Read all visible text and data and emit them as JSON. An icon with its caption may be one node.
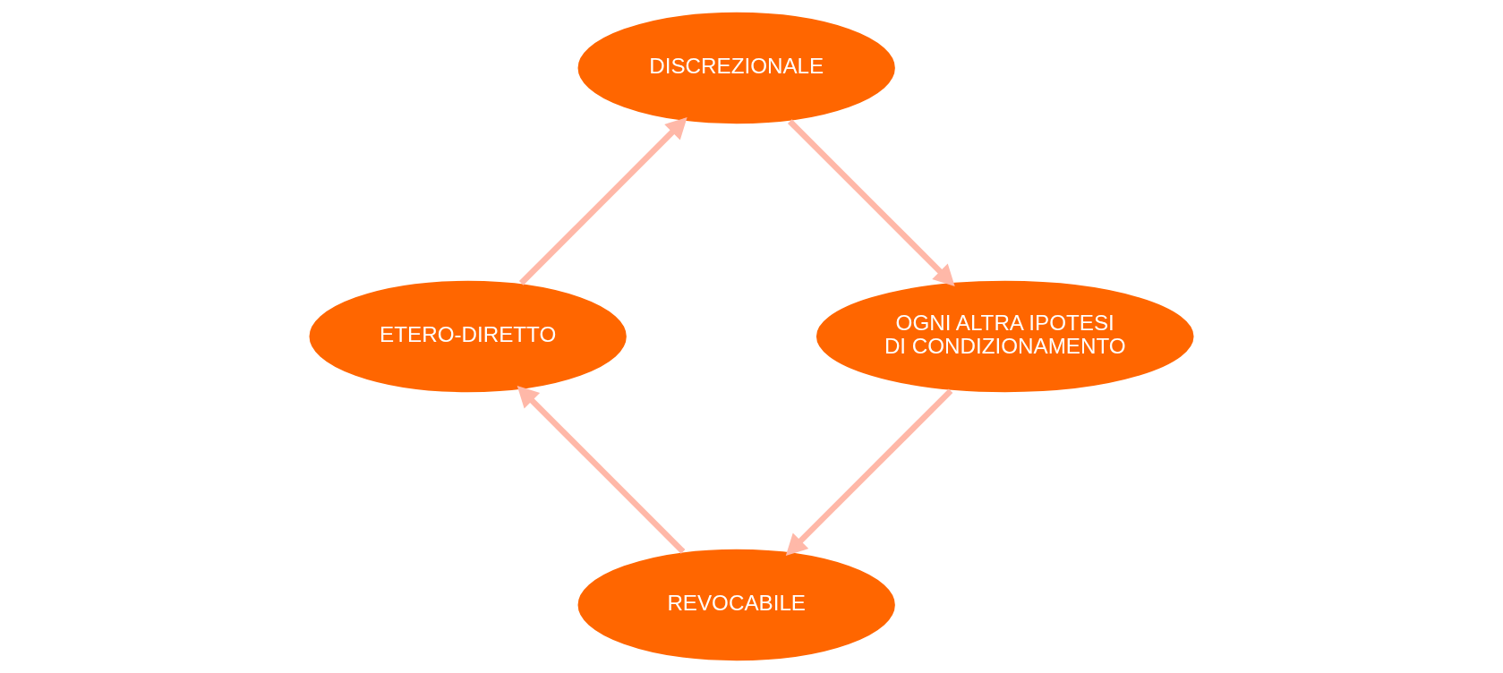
{
  "diagram": {
    "nodes": [
      {
        "text": [
          "REVOCABILE"
        ]
      },
      {
        "text": [
          "ETERO-DIRETTO"
        ]
      },
      {
        "text": [
          "DISCREZIONALE"
        ]
      },
      {
        "text": [
          "OGNI ALTRA IPOTESI DI CONDIZIONAMENTO"
        ]
      }
    ],
    "edges": [
      {
        "from": 0,
        "to": 1,
        "arrow": "to"
      },
      {
        "from": 1,
        "to": 2,
        "arrow": "to"
      },
      {
        "from": 2,
        "to": 3,
        "arrow": "to"
      },
      {
        "from": 3,
        "to": 0,
        "arrow": "to"
      }
    ]
  }
}
